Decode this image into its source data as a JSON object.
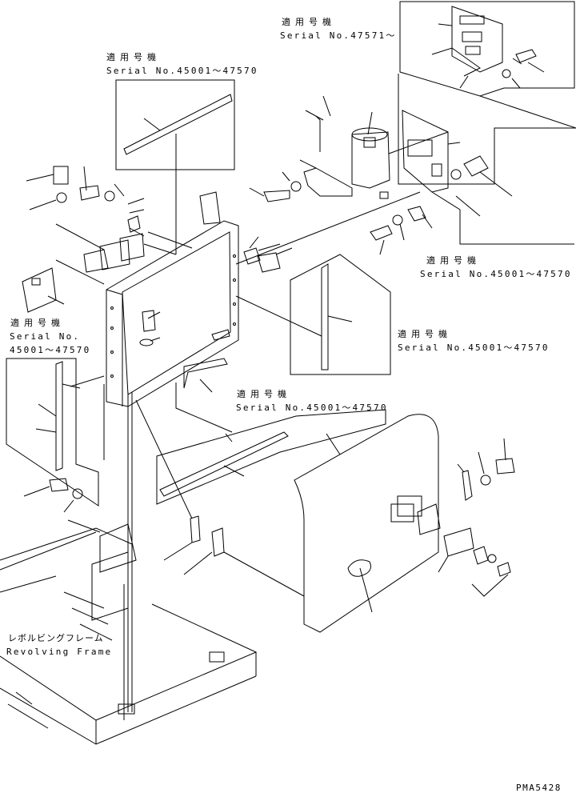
{
  "drawing_code": "PMA5428",
  "colors": {
    "line": "#000000",
    "background": "#ffffff"
  },
  "notes": {
    "note_top_right": {
      "jp": "適用号機",
      "serial": "Serial No.47571～"
    },
    "note_top_left": {
      "jp": "適用号機",
      "serial": "Serial No.45001～47570"
    },
    "note_mid_right": {
      "jp": "適用号機",
      "serial": "Serial No.45001～47570"
    },
    "note_mid_center": {
      "jp": "適用号機",
      "serial": "Serial No.45001～47570"
    },
    "note_bottom_center": {
      "jp": "適用号機",
      "serial": "Serial No.45001～47570"
    },
    "note_left": {
      "jp": "適用号機",
      "serial_a": "Serial No.",
      "serial_b": "45001～47570"
    }
  },
  "frame_label": {
    "jp": "レボルビングフレーム",
    "en": "Revolving Frame"
  }
}
